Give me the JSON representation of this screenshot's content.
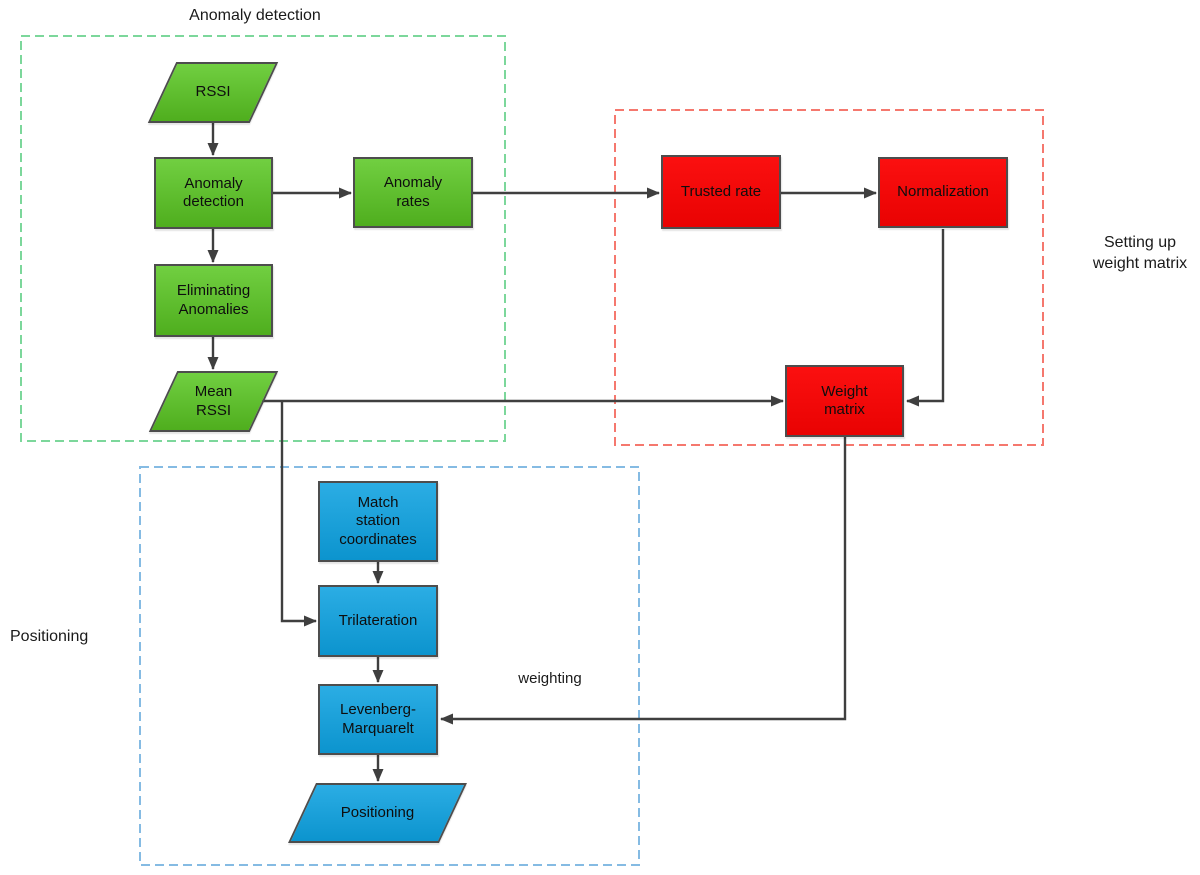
{
  "groups": {
    "anomaly": {
      "label": "Anomaly detection",
      "border_color": "#7cd79b"
    },
    "weight": {
      "label": "Setting up\nweight matrix",
      "border_color": "#f5786e"
    },
    "positioning": {
      "label": "Positioning",
      "border_color": "#85bbe3"
    }
  },
  "nodes": {
    "rssi": {
      "label": "RSSI",
      "shape": "parallelogram",
      "color": "#5fbe2f"
    },
    "anomaly_detection": {
      "label": "Anomaly\ndetection",
      "shape": "rect",
      "color": "#5fbe2f"
    },
    "anomaly_rates": {
      "label": "Anomaly\nrates",
      "shape": "rect",
      "color": "#5fbe2f"
    },
    "eliminating": {
      "label": "Eliminating\nAnomalies",
      "shape": "rect",
      "color": "#5fbe2f"
    },
    "mean_rssi": {
      "label": "Mean\nRSSI",
      "shape": "parallelogram",
      "color": "#5fbe2f"
    },
    "trusted_rate": {
      "label": "Trusted  rate",
      "shape": "rect",
      "color": "#f20808"
    },
    "normalization": {
      "label": "Normalization",
      "shape": "rect",
      "color": "#f20808"
    },
    "weight_matrix": {
      "label": "Weight\nmatrix",
      "shape": "rect",
      "color": "#f20808"
    },
    "match_station": {
      "label": "Match\nstation\ncoordinates",
      "shape": "rect",
      "color": "#1ca0d7"
    },
    "trilateration": {
      "label": "Trilateration",
      "shape": "rect",
      "color": "#1ca0d7"
    },
    "levenberg": {
      "label": "Levenberg-\nMarquarelt",
      "shape": "rect",
      "color": "#1ca0d7"
    },
    "positioning_out": {
      "label": "Positioning",
      "shape": "parallelogram",
      "color": "#1ca0d7"
    }
  },
  "edge_labels": {
    "weighting": "weighting"
  },
  "colors": {
    "arrow": "#3f3f3f",
    "node_border": "#4d4d4d",
    "text": "#0e0e0e"
  }
}
